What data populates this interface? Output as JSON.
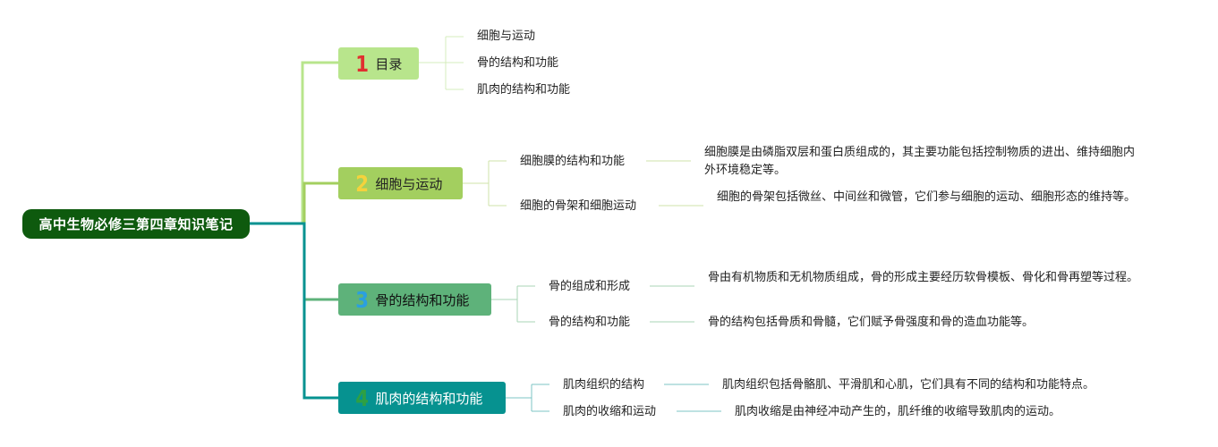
{
  "root": {
    "title": "高中生物必修三第四章知识笔记"
  },
  "topics": [
    {
      "num": "1",
      "num_color": "#e03030",
      "label": "目录",
      "children": [
        {
          "label": "细胞与运动"
        },
        {
          "label": "骨的结构和功能"
        },
        {
          "label": "肌肉的结构和功能"
        }
      ]
    },
    {
      "num": "2",
      "num_color": "#f5d23c",
      "label": "细胞与运动",
      "children": [
        {
          "label": "细胞膜的结构和功能",
          "detail": "细胞膜是由磷脂双层和蛋白质组成的，其主要功能包括控制物质的进出、维持细胞内外环境稳定等。"
        },
        {
          "label": "细胞的骨架和细胞运动",
          "detail": "细胞的骨架包括微丝、中间丝和微管，它们参与细胞的运动、细胞形态的维持等。"
        }
      ]
    },
    {
      "num": "3",
      "num_color": "#2a9fe0",
      "label": "骨的结构和功能",
      "children": [
        {
          "label": "骨的组成和形成",
          "detail": "骨由有机物质和无机物质组成，骨的形成主要经历软骨模板、骨化和骨再塑等过程。"
        },
        {
          "label": "骨的结构和功能",
          "detail": "骨的结构包括骨质和骨髓，它们赋予骨强度和骨的造血功能等。"
        }
      ]
    },
    {
      "num": "4",
      "num_color": "#2ea043",
      "label": "肌肉的结构和功能",
      "children": [
        {
          "label": "肌肉组织的结构",
          "detail": "肌肉组织包括骨骼肌、平滑肌和心肌，它们具有不同的结构和功能特点。"
        },
        {
          "label": "肌肉的收缩和运动",
          "detail": "肌肉收缩是由神经冲动产生的，肌纤维的收缩导致肌肉的运动。"
        }
      ]
    }
  ]
}
